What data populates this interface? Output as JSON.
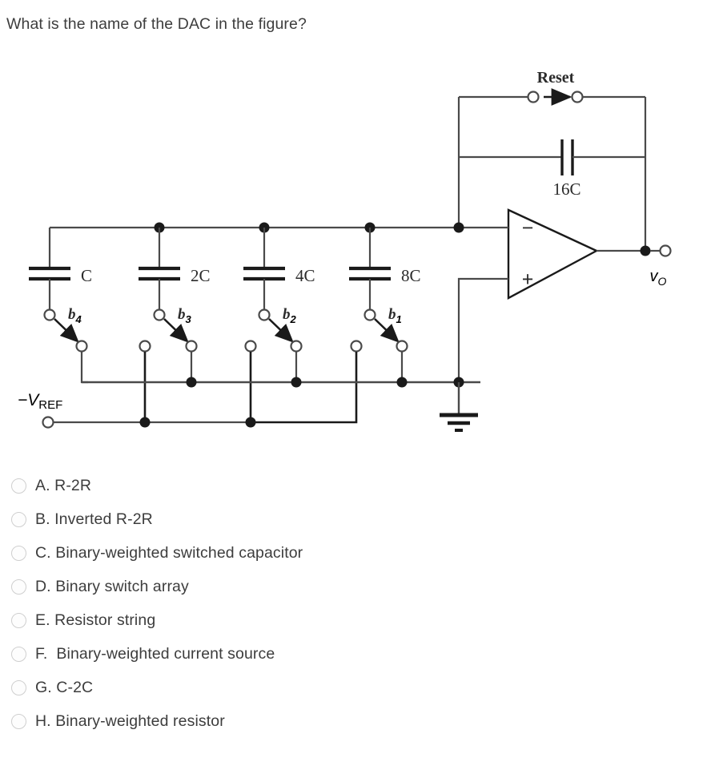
{
  "question": {
    "stem": "What is the name of the DAC in the figure?"
  },
  "figure": {
    "type": "circuit-diagram",
    "description": "Binary-weighted switched capacitor DAC with op-amp integrator",
    "capacitors": [
      {
        "id": "c1",
        "label": "C",
        "switch_label": "b",
        "switch_sub": "4"
      },
      {
        "id": "c2",
        "label": "2C",
        "switch_label": "b",
        "switch_sub": "3"
      },
      {
        "id": "c3",
        "label": "4C",
        "switch_label": "b",
        "switch_sub": "2"
      },
      {
        "id": "c4",
        "label": "8C",
        "switch_label": "b",
        "switch_sub": "1"
      }
    ],
    "feedback_capacitor": {
      "label": "16C"
    },
    "reset_switch": {
      "label": "Reset"
    },
    "reference_terminal": {
      "prefix": "−",
      "main": "V",
      "sub": "REF"
    },
    "output_terminal": {
      "main": "v",
      "sub": "O"
    },
    "opamp": {
      "inverting": "−",
      "noninverting": "+"
    },
    "ground": "ground-symbol",
    "line_color": "#4a4a4a",
    "ink_color": "#1a1a1a"
  },
  "options": [
    {
      "letter": "A.",
      "text": "R-2R"
    },
    {
      "letter": "B.",
      "text": "Inverted R-2R"
    },
    {
      "letter": "C.",
      "text": "Binary-weighted switched capacitor"
    },
    {
      "letter": "D.",
      "text": "Binary switch array"
    },
    {
      "letter": "E.",
      "text": "Resistor string"
    },
    {
      "letter": "F.",
      "text": " Binary-weighted current source"
    },
    {
      "letter": "G.",
      "text": "C-2C"
    },
    {
      "letter": "H.",
      "text": "Binary-weighted resistor"
    }
  ],
  "option_rows": [
    {
      "full": "A. R-2R"
    },
    {
      "full": "B. Inverted R-2R"
    },
    {
      "full": "C. Binary-weighted switched capacitor"
    },
    {
      "full": "D. Binary switch array"
    },
    {
      "full": "E. Resistor string"
    },
    {
      "full": "F.  Binary-weighted current source"
    },
    {
      "full": "G. C-2C"
    },
    {
      "full": "H. Binary-weighted resistor"
    }
  ]
}
